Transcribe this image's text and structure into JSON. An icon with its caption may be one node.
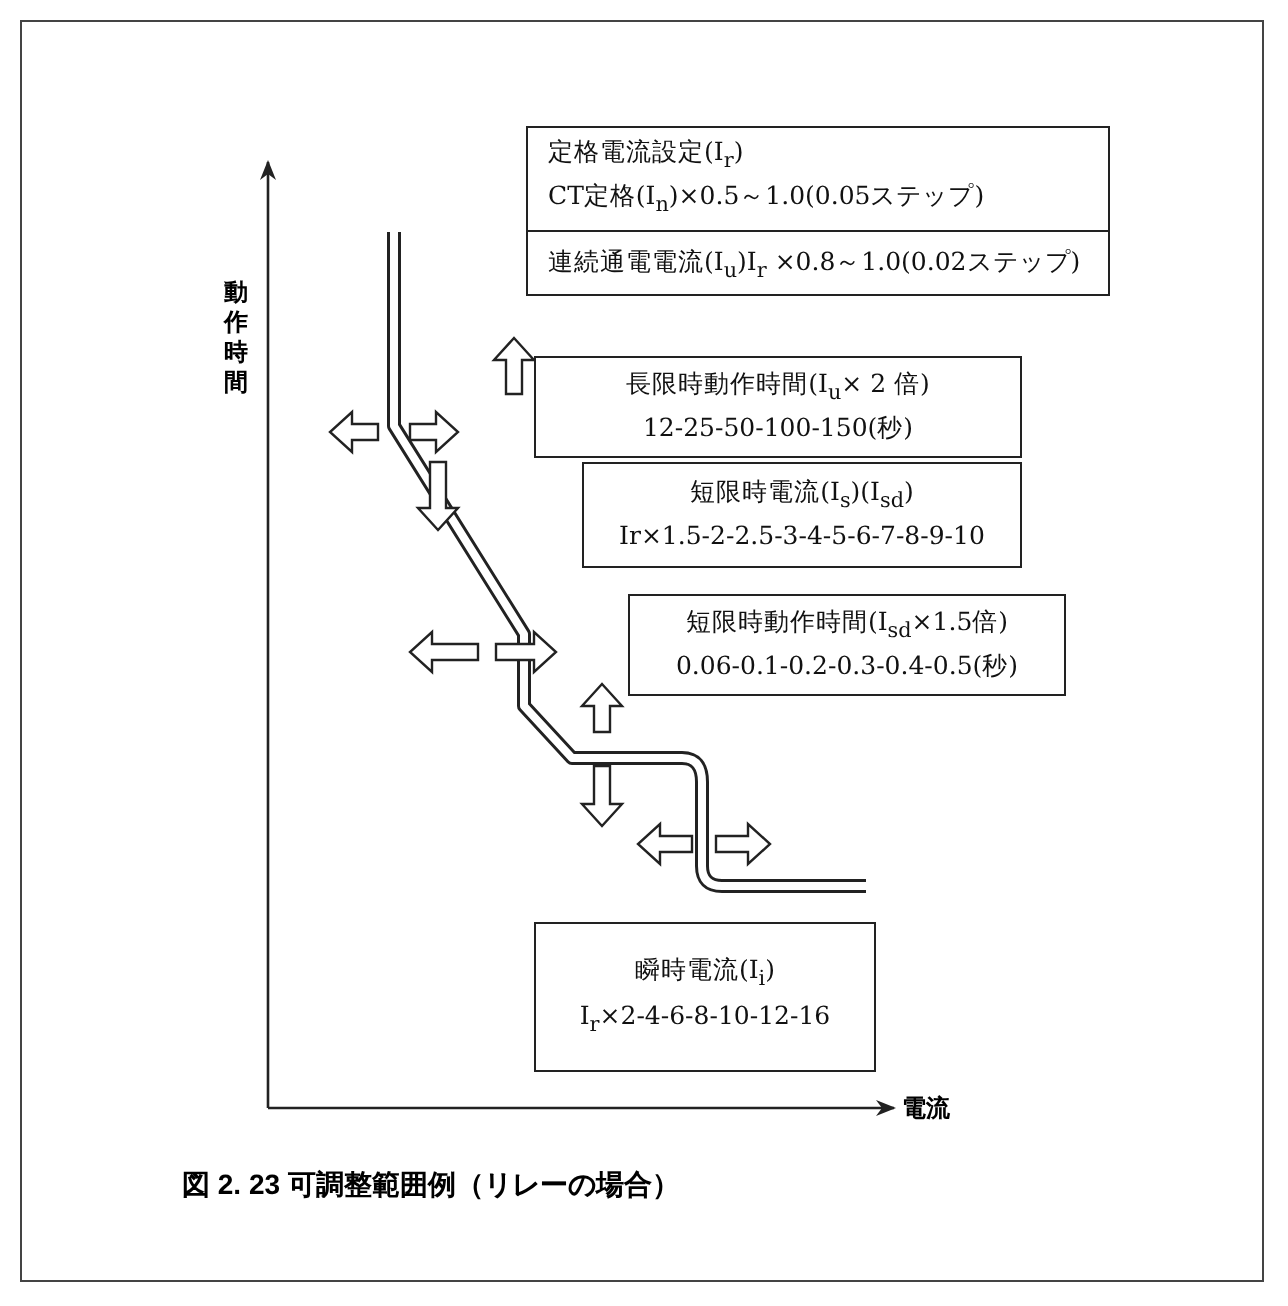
{
  "diagram": {
    "caption": "図 2. 23 可調整範囲例（リレーの場合）",
    "nodes": [
      {
        "text": [
          "定格電流設定(I$_{r}$)",
          "CT定格(I$_{n}$)×0.5～1.0(0.05ステップ)",
          "連続通電電流(I$_{u}$)I$_{r}$ ×0.8～1.0(0.02ステップ)"
        ]
      },
      {
        "text": [
          "長限時動作時間(I$_{u}$× 2 倍)",
          "12-25-50-100-150(秒)"
        ]
      },
      {
        "text": [
          "短限時電流(I$_{s}$)(I$_{sd}$)",
          "Ir×1.5-2-2.5-3-4-5-6-7-8-9-10"
        ]
      },
      {
        "text": [
          "短限時動作時間(I$_{sd}$×1.5倍)",
          "0.06-0.1-0.2-0.3-0.4-0.5(秒)"
        ]
      },
      {
        "text": [
          "瞬時電流(I$_{i}$)",
          "I$_{r}$×2-4-6-8-10-12-16"
        ]
      }
    ],
    "labels": [
      "動作時間",
      "電流"
    ]
  }
}
